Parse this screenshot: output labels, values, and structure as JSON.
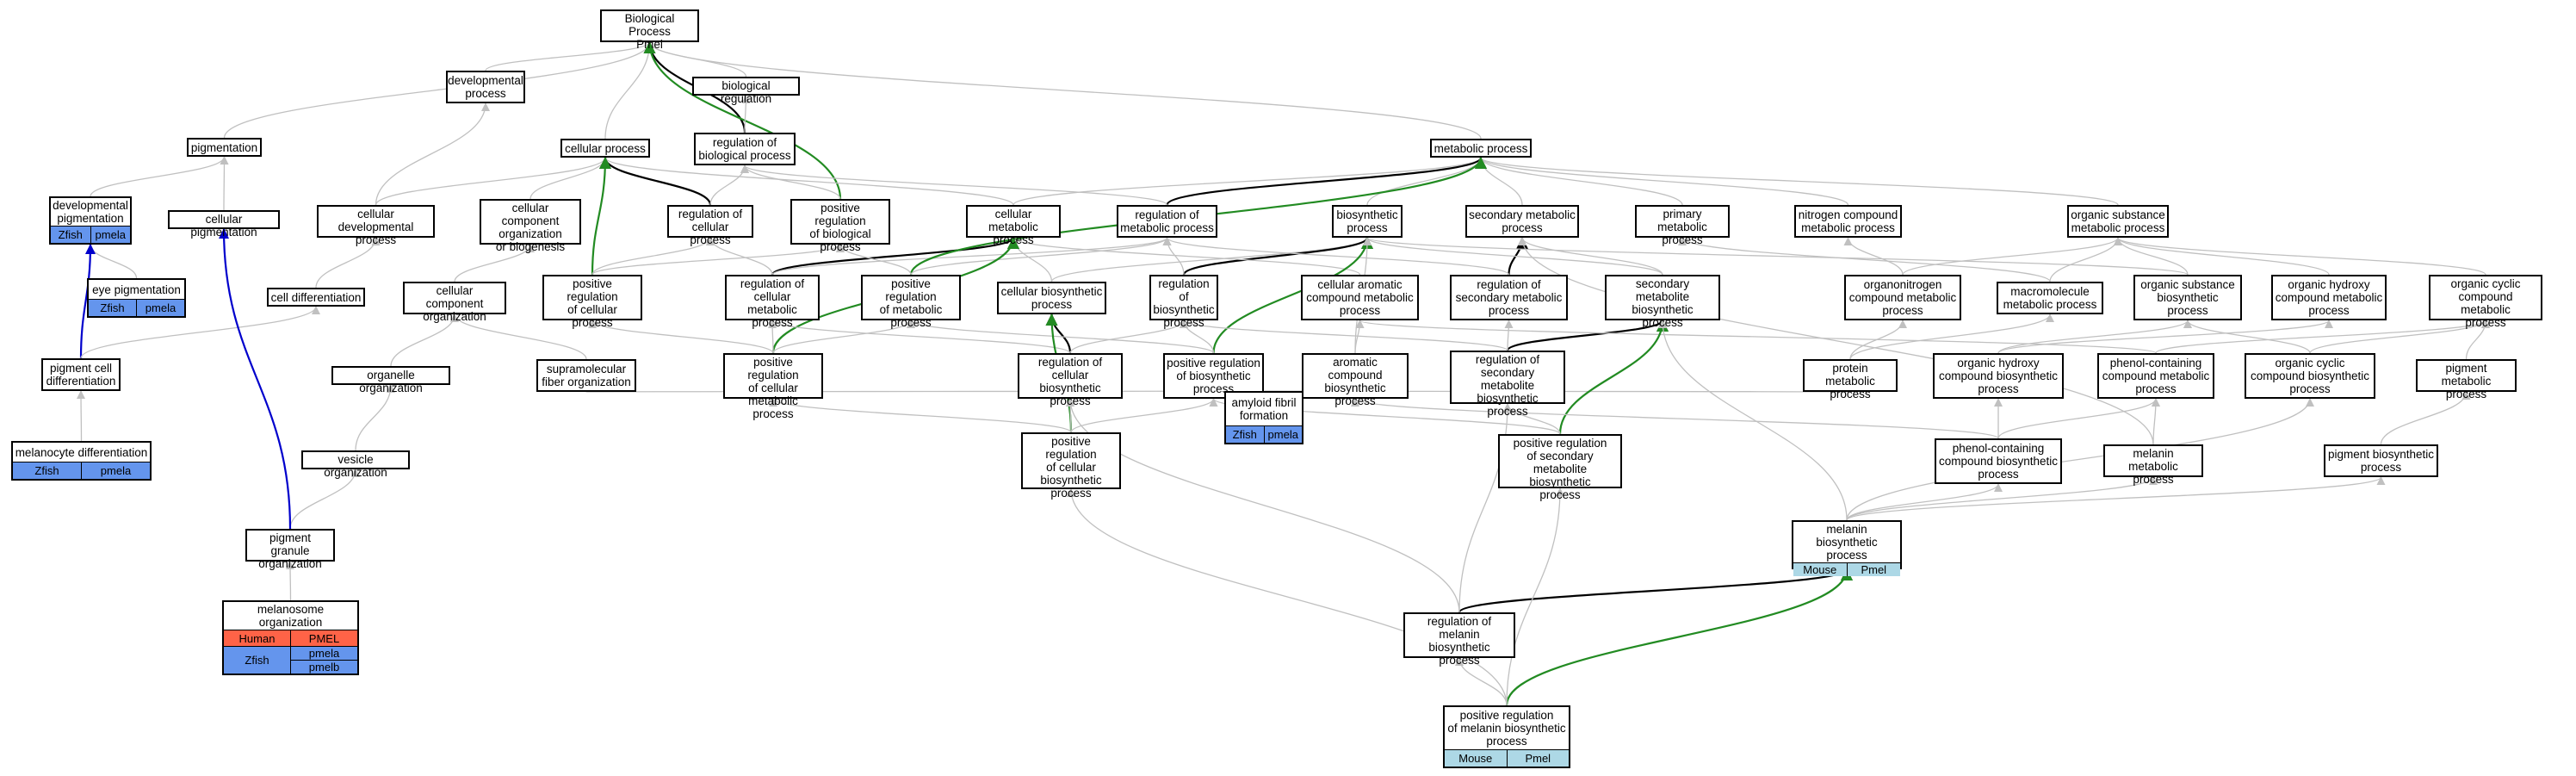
{
  "nodes": {
    "bp": {
      "label": "Biological Process\nPmel"
    },
    "dev": {
      "label": "developmental\nprocess"
    },
    "bioreg": {
      "label": "biological regulation"
    },
    "pigm": {
      "label": "pigmentation"
    },
    "cellproc": {
      "label": "cellular process"
    },
    "regbio": {
      "label": "regulation of\nbiological process"
    },
    "metproc": {
      "label": "metabolic process"
    },
    "devpig": {
      "label": "developmental\npigmentation",
      "ann": [
        "Zfish",
        "pmela"
      ]
    },
    "cellpig": {
      "label": "cellular pigmentation"
    },
    "celldev": {
      "label": "cellular developmental\nprocess"
    },
    "ccorg": {
      "label": "cellular component\norganization\nor biogenesis"
    },
    "regcell": {
      "label": "regulation of\ncellular process"
    },
    "posregbio": {
      "label": "positive regulation\nof biological\nprocess"
    },
    "cellmet": {
      "label": "cellular metabolic\nprocess"
    },
    "regmet": {
      "label": "regulation of\nmetabolic process"
    },
    "biosyn": {
      "label": "biosynthetic\nprocess"
    },
    "secmet": {
      "label": "secondary metabolic\nprocess"
    },
    "primet": {
      "label": "primary metabolic\nprocess"
    },
    "nitro": {
      "label": "nitrogen compound\nmetabolic process"
    },
    "orgsub": {
      "label": "organic substance\nmetabolic process"
    },
    "eyepig": {
      "label": "eye pigmentation",
      "ann": [
        "Zfish",
        "pmela"
      ]
    },
    "celldiff": {
      "label": "cell differentiation"
    },
    "ccorg2": {
      "label": "cellular component\norganization"
    },
    "posregcell": {
      "label": "positive regulation\nof cellular\nprocess"
    },
    "regcellmet": {
      "label": "regulation of\ncellular metabolic\nprocess"
    },
    "posregmet": {
      "label": "positive regulation\nof metabolic\nprocess"
    },
    "cellbiosyn": {
      "label": "cellular biosynthetic\nprocess"
    },
    "regbiosyn": {
      "label": "regulation of\nbiosynthetic\nprocess"
    },
    "cellarom": {
      "label": "cellular aromatic\ncompound metabolic\nprocess"
    },
    "regsecmet": {
      "label": "regulation of\nsecondary metabolic\nprocess"
    },
    "secmetbio": {
      "label": "secondary metabolite\nbiosynthetic\nprocess"
    },
    "orgnitro": {
      "label": "organonitrogen\ncompound metabolic\nprocess"
    },
    "macromol": {
      "label": "macromolecule\nmetabolic process"
    },
    "orgsubbio": {
      "label": "organic substance\nbiosynthetic\nprocess"
    },
    "orghyd": {
      "label": "organic hydroxy\ncompound metabolic\nprocess"
    },
    "orgcyc": {
      "label": "organic cyclic\ncompound metabolic\nprocess"
    },
    "pigcelldiff": {
      "label": "pigment cell\ndifferentiation"
    },
    "organelle": {
      "label": "organelle organization"
    },
    "supra": {
      "label": "supramolecular\nfiber organization"
    },
    "posregcellmet": {
      "label": "positive regulation\nof cellular\nmetabolic process"
    },
    "regcellbio": {
      "label": "regulation of\ncellular biosynthetic\nprocess"
    },
    "posregbiosyn": {
      "label": "positive regulation\nof biosynthetic\nprocess"
    },
    "aromcomp": {
      "label": "aromatic compound\nbiosynthetic\nprocess"
    },
    "regsecbio": {
      "label": "regulation of\nsecondary metabolite\nbiosynthetic\nprocess"
    },
    "protmet": {
      "label": "protein metabolic\nprocess"
    },
    "orghydbio": {
      "label": "organic hydroxy\ncompound biosynthetic\nprocess"
    },
    "phenolmet": {
      "label": "phenol-containing\ncompound metabolic\nprocess"
    },
    "orgcycbio": {
      "label": "organic cyclic\ncompound biosynthetic\nprocess"
    },
    "pigmet": {
      "label": "pigment metabolic\nprocess"
    },
    "melanodiff": {
      "label": "melanocyte differentiation",
      "ann": [
        "Zfish",
        "pmela"
      ]
    },
    "vesicle": {
      "label": "vesicle organization"
    },
    "amyloid": {
      "label": "amyloid fibril\nformation",
      "ann": [
        "Zfish",
        "pmela"
      ]
    },
    "posregcellbio": {
      "label": "positive regulation\nof cellular\nbiosynthetic\nprocess"
    },
    "posregsecbio": {
      "label": "positive regulation\nof secondary\nmetabolite biosynthetic\nprocess"
    },
    "phenolbio": {
      "label": "phenol-containing\ncompound biosynthetic\nprocess"
    },
    "melmet": {
      "label": "melanin metabolic\nprocess"
    },
    "pigbio": {
      "label": "pigment biosynthetic\nprocess"
    },
    "pigmgran": {
      "label": "pigment granule\norganization"
    },
    "melbio": {
      "label": "melanin biosynthetic\nprocess",
      "ann": [
        "Mouse",
        "Pmel"
      ]
    },
    "regmelbio": {
      "label": "regulation of\nmelanin biosynthetic\nprocess"
    },
    "melanosome": {
      "label": "melanosome organization",
      "ann_human": [
        "Human",
        "PMEL"
      ],
      "ann_zfish": [
        "Zfish",
        "pmela",
        "pmelb"
      ]
    },
    "posregmelbio": {
      "label": "positive regulation\nof melanin biosynthetic\nprocess",
      "ann": [
        "Mouse",
        "Pmel"
      ]
    }
  },
  "colors": {
    "edge_is_a": "#c0c0c0",
    "edge_part_of": "#0000cc",
    "edge_regulates": "#000000",
    "edge_positively_regulates": "#228b22",
    "mouse": "#add8e6",
    "zfish": "#6495ed",
    "human": "#ff6347"
  }
}
